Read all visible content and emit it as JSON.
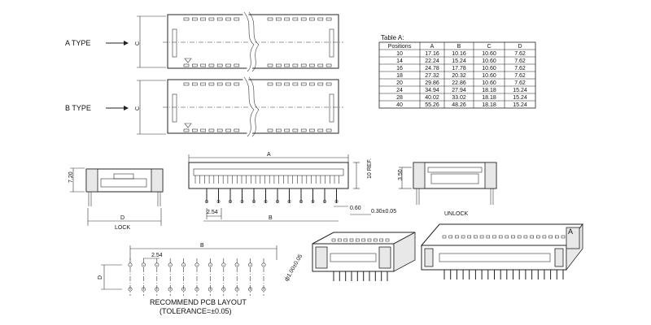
{
  "labels": {
    "a_type": "A TYPE",
    "b_type": "B TYPE",
    "dim_c": "C",
    "dim_a": "A",
    "dim_b": "B",
    "dim_d": "D",
    "dim_720": "7.20",
    "dim_10ref": "10 REF.",
    "dim_350": "3.50",
    "dim_254": "2.54",
    "dim_060": "0.60",
    "dim_030": "0.30±0.05",
    "lock": "LOCK",
    "unlock": "UNLOCK",
    "pcb_dia": "ф1.00±0.05",
    "pcb_b": "B",
    "pcb_254": "2.54",
    "pcb_d": "D",
    "pcb_title": "RECOMMEND PCB LAYOUT",
    "pcb_tol": "(TOLERANCE=±0.05)",
    "iso_a": "A"
  },
  "table": {
    "title": "Table A:",
    "headers": [
      "Positions",
      "A",
      "B",
      "C",
      "D"
    ],
    "rows": [
      [
        "10",
        "17.16",
        "10.16",
        "10.60",
        "7.62"
      ],
      [
        "14",
        "22.24",
        "15.24",
        "10.60",
        "7.62"
      ],
      [
        "16",
        "24.78",
        "17.78",
        "10.60",
        "7.62"
      ],
      [
        "18",
        "27.32",
        "20.32",
        "10.60",
        "7.62"
      ],
      [
        "20",
        "29.86",
        "22.86",
        "10.60",
        "7.62"
      ],
      [
        "24",
        "34.94",
        "27.94",
        "18.18",
        "15.24"
      ],
      [
        "28",
        "40.02",
        "33.02",
        "18.18",
        "15.24"
      ],
      [
        "40",
        "55.26",
        "48.26",
        "18.18",
        "15.24"
      ]
    ]
  }
}
